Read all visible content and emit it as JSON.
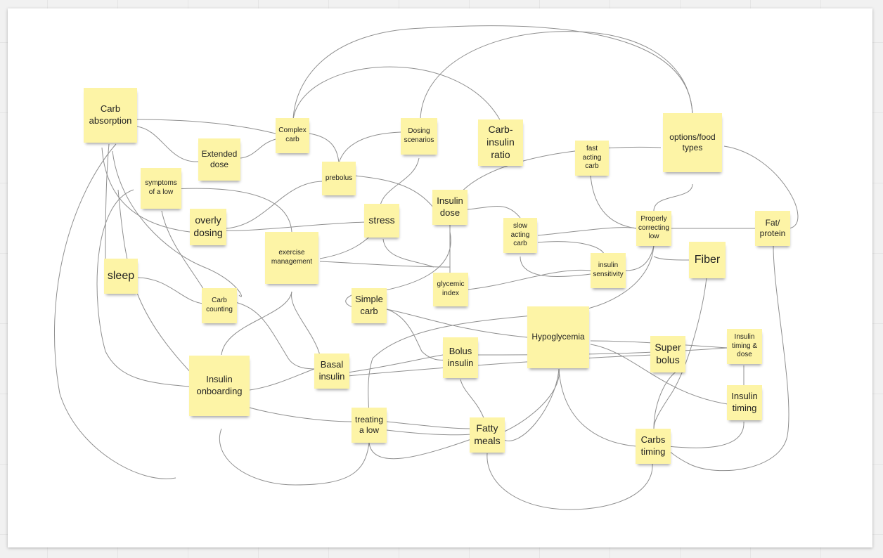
{
  "board": {
    "background": "#ffffff",
    "note_color": "#fdf4a6",
    "line_color": "#8f8f8f"
  },
  "notes": {
    "carb_absorption": "Carb\nabsorption",
    "extended_dose": "Extended\ndose",
    "complex_carb": "Complex\ncarb",
    "dosing_scenarios": "Dosing\nscenarios",
    "carb_insulin_ratio": "Carb-\ninsulin\nratio",
    "options_food_types": "options/food\ntypes",
    "fast_acting_carb": "fast\nacting\ncarb",
    "symptoms_of_a_low": "symptoms\nof a low",
    "prebolus": "prebolus",
    "overly_dosing": "overly\ndosing",
    "stress": "stress",
    "insulin_dose": "Insulin\ndose",
    "slow_acting_carb": "slow\nacting\ncarb",
    "properly_correcting_low": "Properly\ncorrecting\nlow",
    "fat_protein": "Fat/\nprotein",
    "exercise_management": "exercise\nmanagement",
    "sleep": "sleep",
    "insulin_sensitivity": "insulin\nsensitivity",
    "fiber": "Fiber",
    "carb_counting": "Carb\ncounting",
    "simple_carb": "Simple\ncarb",
    "glycemic_index": "glycemic\nindex",
    "hypoglycemia": "Hypoglycemia",
    "bolus_insulin": "Bolus\ninsulin",
    "super_bolus": "Super\nbolus",
    "insulin_timing_dose": "Insulin\ntiming &\ndose",
    "insulin_onboarding": "Insulin\nonboarding",
    "basal_insulin": "Basal\ninsulin",
    "insulin_timing": "Insulin\ntiming",
    "treating_a_low": "treating\na low",
    "fatty_meals": "Fatty\nmeals",
    "carbs_timing": "Carbs\ntiming"
  }
}
